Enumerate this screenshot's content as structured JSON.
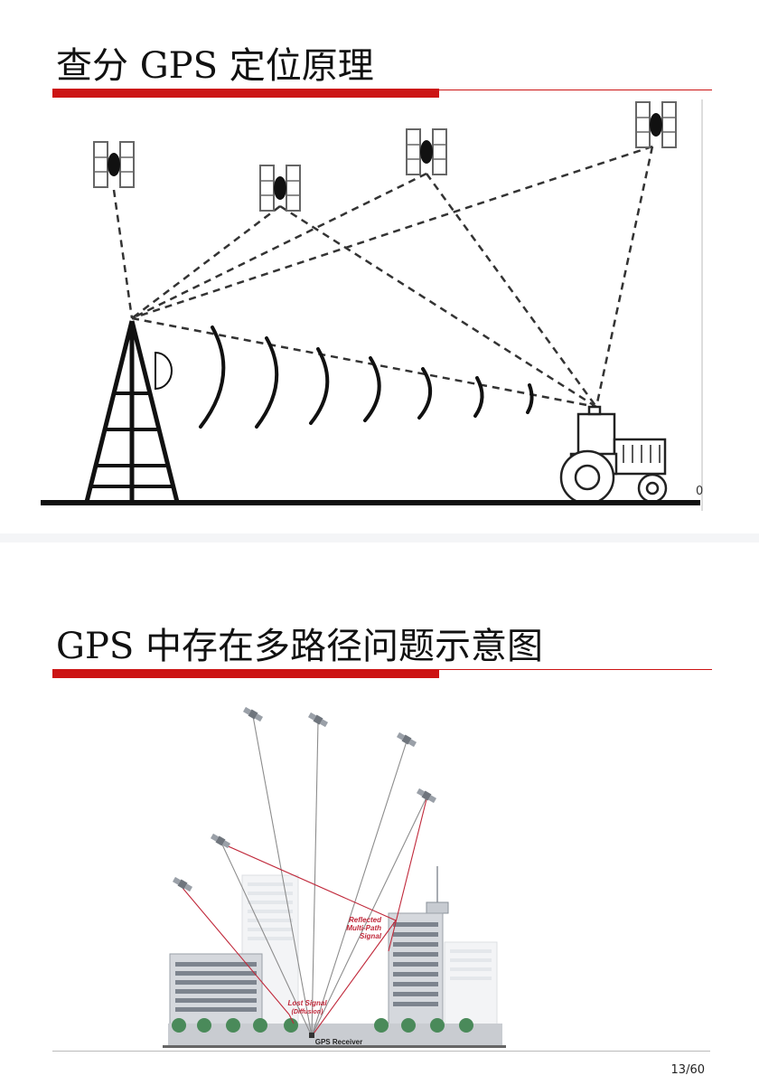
{
  "slide1": {
    "title": "查分 GPS 定位原理",
    "edge_glyph": "0"
  },
  "slide2": {
    "title": "GPS 中存在多路径问题示意图",
    "labels": {
      "reflected": [
        "Reflected",
        "Multi-Path",
        "Signal"
      ],
      "lost": [
        "Lost Signal",
        "(Diffusion)"
      ],
      "receiver": "GPS Receiver"
    },
    "colors": {
      "signal_red": "#c0283a"
    }
  },
  "footer": {
    "page": "13/60"
  },
  "colors": {
    "accent": "#cc1414"
  }
}
